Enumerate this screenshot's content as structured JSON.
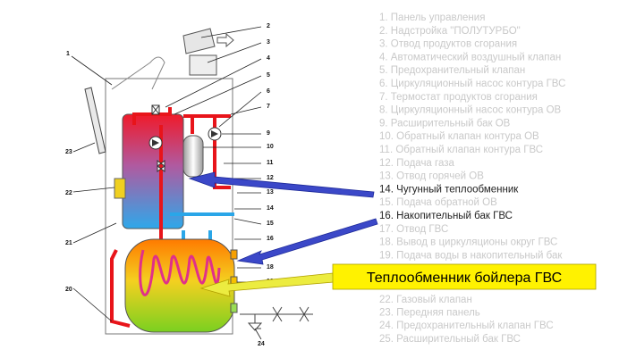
{
  "colors": {
    "legend_faded": "#c9c9c9",
    "legend_highlight": "#222222",
    "arrow_blue": "#3b48c8",
    "arrow_yellow": "#ecec40",
    "callout_bg": "#fff200",
    "pipe_red": "#e8141a",
    "pipe_blue": "#2aa6e8",
    "outline": "#555555"
  },
  "callout": {
    "text": "Теплообменник бойлера ГВС"
  },
  "legend": [
    {
      "text": "1. Панель управления",
      "highlight": false
    },
    {
      "text": "2. Надстройка \"ПОЛУТУРБО\"",
      "highlight": false
    },
    {
      "text": "3. Отвод продуктов сгорания",
      "highlight": false
    },
    {
      "text": "4. Автоматический воздушный клапан",
      "highlight": false
    },
    {
      "text": "5. Предохранительный клапан",
      "highlight": false
    },
    {
      "text": "6. Циркуляционный насос контура ГВС",
      "highlight": false
    },
    {
      "text": "7. Термостат продуктов сгорания",
      "highlight": false
    },
    {
      "text": "8. Циркуляционный насос контура ОВ",
      "highlight": false
    },
    {
      "text": "9. Расширительный бак ОВ",
      "highlight": false
    },
    {
      "text": "10. Обратный клапан контура ОВ",
      "highlight": false
    },
    {
      "text": "11. Обратный клапан контура ГВС",
      "highlight": false
    },
    {
      "text": "12. Подача газа",
      "highlight": false
    },
    {
      "text": "13. Отвод горячей ОВ",
      "highlight": false
    },
    {
      "text": "14. Чугунный теплообменник",
      "highlight": true
    },
    {
      "text": "15. Подача обратной ОВ",
      "highlight": false
    },
    {
      "text": "16. Накопительный бак ГВС",
      "highlight": true
    },
    {
      "text": "17. Отвод ГВС",
      "highlight": false
    },
    {
      "text": "18. Вывод в циркуляционы округ ГВС",
      "highlight": false
    },
    {
      "text": "19. Подача воды в накопительный бак",
      "highlight": false
    },
    {
      "text": "22. Газовый клапан",
      "highlight": false
    },
    {
      "text": "23. Передняя панель",
      "highlight": false
    },
    {
      "text": "24. Предохранительный клапан ГВС",
      "highlight": false
    },
    {
      "text": "25. Расширительный бак ГВС",
      "highlight": false
    }
  ],
  "labels": [
    {
      "n": "1"
    },
    {
      "n": "2"
    },
    {
      "n": "3"
    },
    {
      "n": "4"
    },
    {
      "n": "5"
    },
    {
      "n": "6"
    },
    {
      "n": "7"
    },
    {
      "n": "9"
    },
    {
      "n": "10"
    },
    {
      "n": "11"
    },
    {
      "n": "12"
    },
    {
      "n": "13"
    },
    {
      "n": "14"
    },
    {
      "n": "15"
    },
    {
      "n": "16"
    },
    {
      "n": "18"
    },
    {
      "n": "19"
    },
    {
      "n": "20"
    },
    {
      "n": "21"
    },
    {
      "n": "22"
    },
    {
      "n": "23"
    },
    {
      "n": "24"
    }
  ]
}
